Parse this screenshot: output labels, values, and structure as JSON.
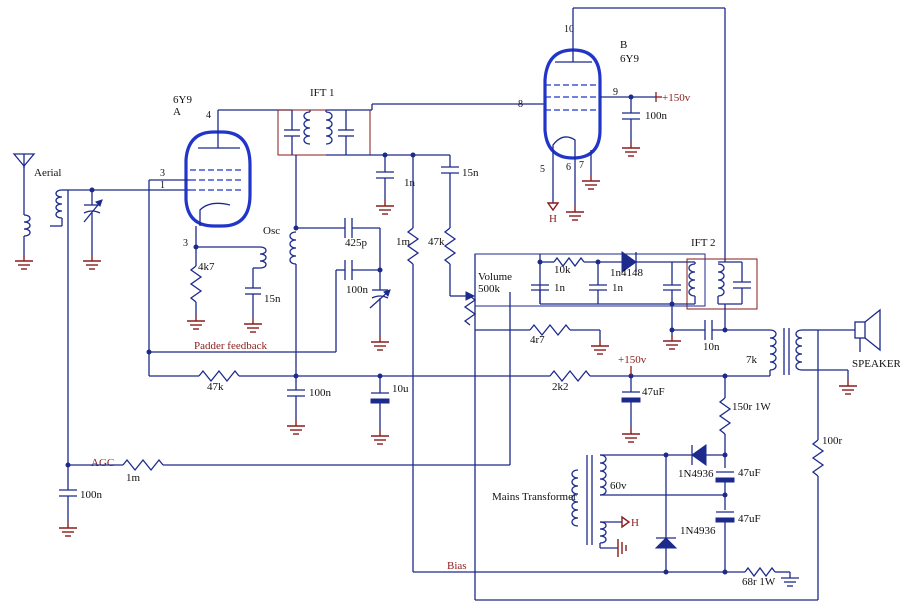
{
  "tubes": {
    "a": {
      "type": "6Y9",
      "unit": "A",
      "pins": [
        "4",
        "3",
        "1",
        "3"
      ]
    },
    "b": {
      "unit": "B",
      "type": "6Y9",
      "pins": [
        "10",
        "8",
        "9",
        "5",
        "6",
        "7"
      ]
    }
  },
  "labels": {
    "aerial": "Aerial",
    "ift1": "IFT 1",
    "ift2": "IFT 2",
    "osc": "Osc",
    "padder": "Padder feedback",
    "agc": "AGC",
    "volume": "Volume",
    "volume_value": "500k",
    "speaker": "SPEAKER",
    "mains": "Mains Transformer",
    "bias": "Bias",
    "h_b": "H",
    "h_mains": "H",
    "plus150_top": "+150v",
    "plus150_mid": "+150v",
    "v60": "60v"
  },
  "values": {
    "r_4k7": "4k7",
    "c_15n_a": "15n",
    "c_15n_top": "15n",
    "c_1n_top": "1n",
    "c_425p": "425p",
    "c_100n_osc": "100n",
    "r_1m_vert": "1m",
    "r_47k_vert": "47k",
    "r_47k_horiz": "47k",
    "c_100n_mid": "100n",
    "c_10u": "10u",
    "r_2k2": "2k2",
    "c_47uf_mid": "47uF",
    "r_150r": "150r 1W",
    "r_1m_agc": "1m",
    "c_100n_agc": "100n",
    "r_10k": "10k",
    "d_1n4148": "1n4148",
    "c_1n_a": "1n",
    "c_1n_b": "1n",
    "r_4r7": "4r7",
    "c_10n": "10n",
    "t_7k": "7k",
    "r_100r": "100r",
    "d_1n4936_a": "1N4936",
    "d_1n4936_b": "1N4936",
    "c_47uf_a": "47uF",
    "c_47uf_b": "47uF",
    "r_68r": "68r 1W",
    "c_100n_b": "100n"
  }
}
